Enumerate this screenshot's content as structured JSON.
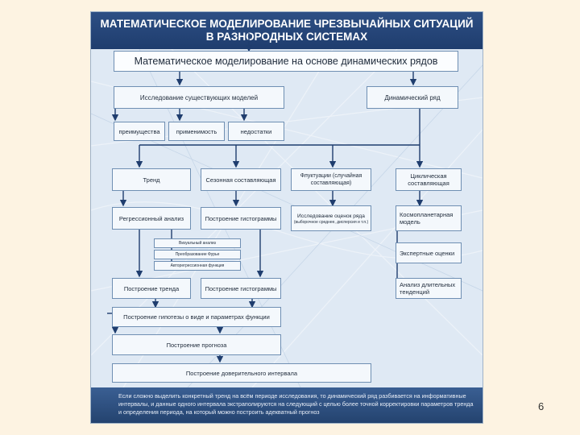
{
  "title_line1": "МАТЕМАТИЧЕСКОЕ МОДЕЛИРОВАНИЕ ЧРЕЗВЫЧАЙНЫХ СИТУАЦИЙ",
  "title_line2": "В РАЗНОРОДНЫХ СИСТЕМАХ",
  "main_box": "Математическое моделирование на основе динамических рядов",
  "existing_models": "Исследование существующих моделей",
  "dynamic_series": "Динамический ряд",
  "advantages": "преимущества",
  "applicability": "применимость",
  "shortcomings": "недостатки",
  "trend": "Тренд",
  "seasonal": "Сезонная составляющая",
  "fluctuations": "Флуктуации (случайная составляющая)",
  "cyclic": "Циклическая составляющая",
  "regression": "Регрессионный анализ",
  "histograms_1": "Построение гистограммы",
  "estimates_research": "Исследование оценок ряда",
  "estimates_sub": "(выборочное среднее, дисперсия и т.п.)",
  "cosmoplanetary": "Космопланетарная модель",
  "visual_analysis": "Визуальный анализ",
  "fourier": "Преобразование Фурье",
  "autoregression": "Авторегрессионная функция",
  "expert": "Экспертные оценки",
  "long_trends": "Анализ длительных тенденций",
  "build_trend": "Построение тренда",
  "histograms_2": "Построение гистограммы",
  "hypothesis": "Построение гипотезы о виде и параметрах функции",
  "forecast": "Построение прогноза",
  "confidence": "Построение доверительного интервала",
  "footer_text": "Если сложно выделить конкретный тренд на всём периоде исследования, то динамический ряд разбивается на информативные интервалы, и данные одного интервала экстраполируются на следующий с целью более точной корректировки параметров тренда и определения периода, на который можно построить адекватный прогноз",
  "page_number": "6"
}
